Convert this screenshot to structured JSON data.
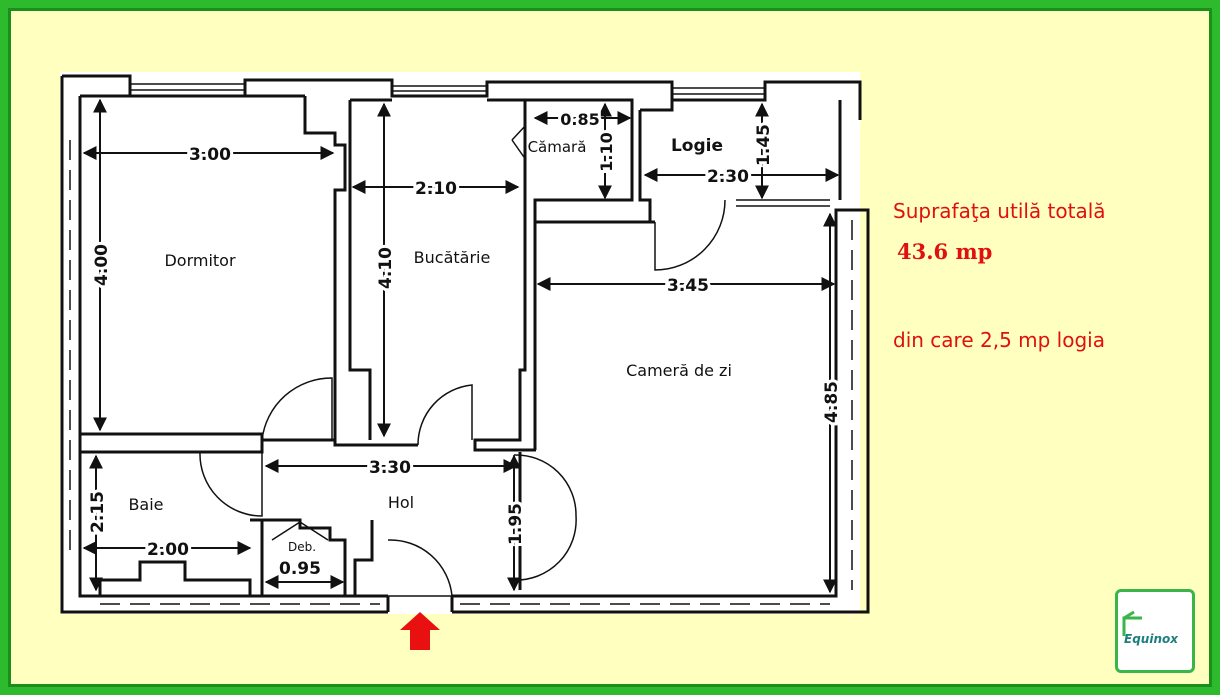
{
  "rooms": {
    "dormitor": "Dormitor",
    "bucatarie": "Bucătărie",
    "camara": "Cămară",
    "logie": "Logie",
    "camera_de_zi": "Cameră de zi",
    "baie": "Baie",
    "hol": "Hol",
    "debara": "Deb."
  },
  "dimensions": {
    "dormitor_width": "3.00",
    "dormitor_height": "4.00",
    "bucatarie_width": "2.10",
    "bucatarie_height": "4.10",
    "camara_width": "0.85",
    "camara_height": "1.10",
    "logie_width": "2.30",
    "logie_height": "1.45",
    "camera_width": "3.45",
    "camera_height": "4.85",
    "hol_width": "3.30",
    "hol_height": "1.95",
    "baie_width": "2.00",
    "baie_height": "2.15",
    "debara_width": "0.95"
  },
  "info": {
    "line1": "Suprafaţa utilă totală",
    "line2": "43.6 mp",
    "line3": "din care 2,5 mp logia"
  },
  "logo": {
    "text": "Equinox"
  },
  "colors": {
    "background": "#ffffc0",
    "border": "#2dbb2d",
    "info_text": "#e01010",
    "entrance_arrow": "#e81010"
  }
}
